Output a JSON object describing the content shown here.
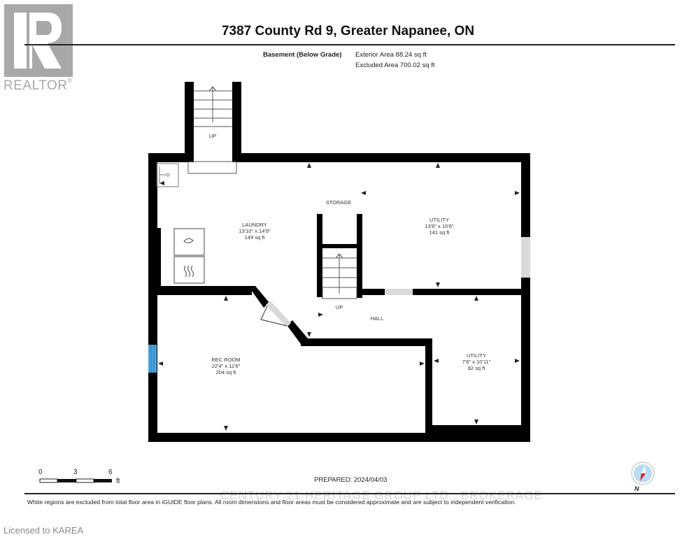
{
  "branding": {
    "logo_icon": "realtor-r-logo",
    "logo_text": "REALTOR",
    "logo_mark": "®"
  },
  "header": {
    "title": "7387 County Rd 9, Greater Napanee, ON",
    "level_name": "Basement (Below Grade)",
    "exterior_area": "Exterior Area 88.24 sq ft",
    "excluded_area": "Excluded Area 700.02 sq ft"
  },
  "floor_plan": {
    "stair_labels": [
      "UP",
      "UP"
    ],
    "rooms": [
      {
        "name": "LAUNDRY",
        "dimensions": "13'10\" x 14'9\"",
        "area": "149 sq ft"
      },
      {
        "name": "STORAGE",
        "dimensions": "",
        "area": ""
      },
      {
        "name": "UTILITY",
        "dimensions": "13'6\" x 10'6\"",
        "area": "141 sq ft"
      },
      {
        "name": "HALL",
        "dimensions": "",
        "area": ""
      },
      {
        "name": "REC ROOM",
        "dimensions": "22'4\" x 11'6\"",
        "area": "204 sq ft"
      },
      {
        "name": "UTILITY",
        "dimensions": "7'6\" x 10'11\"",
        "area": "82 sq ft"
      }
    ],
    "fixtures": [
      "sink-icon",
      "washer-icon",
      "dryer-icon",
      "window-icon",
      "door-icon"
    ],
    "colors": {
      "wall": "#000000",
      "opening": "#d9d9d9",
      "window": "#4aa3df",
      "logo_gray": "#a8a8a8"
    }
  },
  "scale_bar": {
    "ticks": [
      "0",
      "3",
      "6"
    ],
    "unit": "ft"
  },
  "footer": {
    "prepared": "PREPARED: 2024/04/03",
    "watermark": "CENTURY 21 HERITAGE GROUP LTD., BROKERAGE",
    "disclaimer": "White regions are excluded from total floor area in iGUIDE floor plans. All room dimensions and floor areas must be considered approximate and are subject to independent verification.",
    "compass_label": "N",
    "license": "Licensed to KAREA"
  }
}
